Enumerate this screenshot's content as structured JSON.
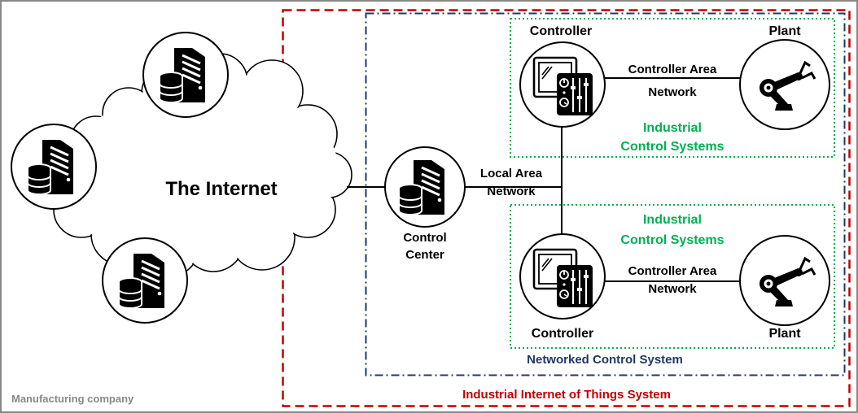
{
  "labels": {
    "internet": "The Internet",
    "control_center": [
      "Control",
      "Center"
    ],
    "lan": [
      "Local Area",
      "Network"
    ],
    "controller_top": "Controller",
    "controller_bottom": "Controller",
    "plant_top": "Plant",
    "plant_bottom": "Plant",
    "can_top": [
      "Controller Area",
      "Network"
    ],
    "can_bottom": [
      "Controller Area",
      "Network"
    ],
    "ics_top": [
      "Industrial",
      "Control Systems"
    ],
    "ics_bottom": [
      "Industrial",
      "Control Systems"
    ],
    "ncs": "Networked Control System",
    "iiot": "Industrial Internet of Things System",
    "company": "Manufacturing company"
  },
  "colors": {
    "company_border": "#888888",
    "company_text": "#888888",
    "iiot": "#c00000",
    "ncs": "#1f3864",
    "ics": "#00b050",
    "line": "#000000",
    "text": "#000000"
  },
  "icons": [
    "server-icon",
    "controller-panel-icon",
    "robot-arm-icon"
  ]
}
